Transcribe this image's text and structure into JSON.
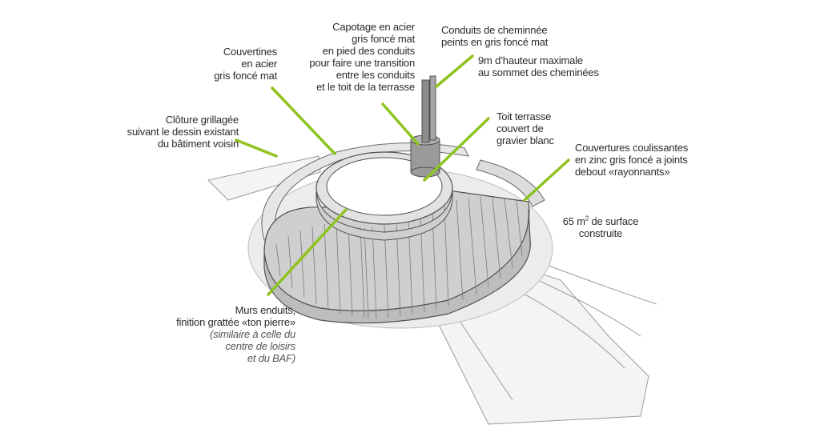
{
  "colors": {
    "leader": "#8fc31f",
    "text": "#2b2b2b",
    "annotation": "#555555",
    "structure_fill": "#d9d9d9",
    "structure_stroke": "#5a5a5a",
    "ground": "#f3f3f3"
  },
  "labels": {
    "couvertines": [
      "Couvertines",
      "en acier",
      "gris foncé mat"
    ],
    "capotage": [
      "Capotage en acier",
      "gris foncé mat",
      "en pied des conduits",
      "pour faire une transition",
      "entre les conduits",
      "et le toit de la terrasse"
    ],
    "conduits": [
      "Conduits de cheminnée",
      "peints en gris foncé mat"
    ],
    "hauteur": [
      "9m d’hauteur maximale",
      "au sommet des cheminées"
    ],
    "cloture": [
      "Clôture grillagée",
      "suivant le dessin existant",
      "du bâtiment voisin"
    ],
    "toit": [
      "Toit terrasse",
      "couvert de",
      "gravier blanc"
    ],
    "couvertures": [
      "Couvertures coulissantes",
      "en zinc gris foncé a joints",
      "debout «rayonnants»"
    ],
    "surface": [
      "65 m",
      "² de surface",
      "construite"
    ],
    "murs": [
      "Murs enduits,",
      "finition grattée «ton pierre»"
    ],
    "murs_note": [
      "(similaire à celle du",
      "centre de loisirs",
      "et du BAF)"
    ]
  }
}
